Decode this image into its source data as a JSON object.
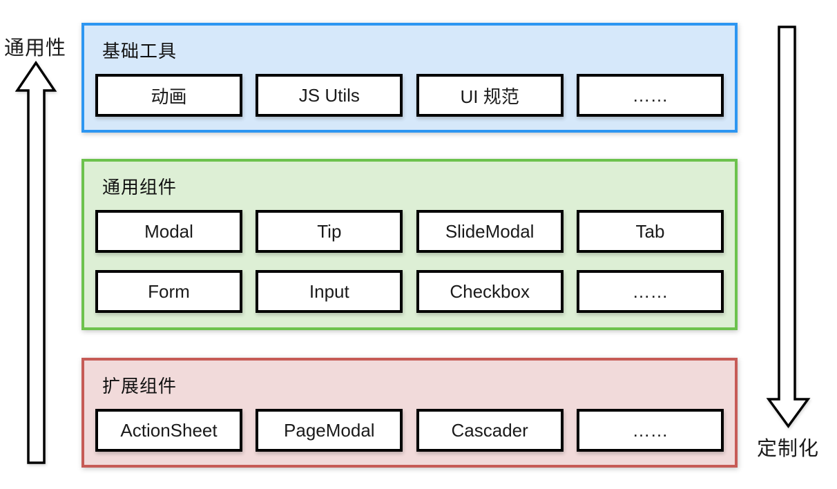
{
  "diagram": {
    "left_axis": {
      "label": "通用性",
      "arrow_direction": "up"
    },
    "right_axis": {
      "label": "定制化",
      "arrow_direction": "down"
    },
    "layers": [
      {
        "id": "base-tools",
        "title": "基础工具",
        "border_color": "#2d96f1",
        "fill_color": "#d6e8fa",
        "rows": [
          [
            "动画",
            "JS Utils",
            "UI 规范",
            "……"
          ]
        ]
      },
      {
        "id": "common-components",
        "title": "通用组件",
        "border_color": "#6cc24d",
        "fill_color": "#ddefd5",
        "rows": [
          [
            "Modal",
            "Tip",
            "SlideModal",
            "Tab"
          ],
          [
            "Form",
            "Input",
            "Checkbox",
            "……"
          ]
        ]
      },
      {
        "id": "extended-components",
        "title": "扩展组件",
        "border_color": "#c65b56",
        "fill_color": "#f1dada",
        "rows": [
          [
            "ActionSheet",
            "PageModal",
            "Cascader",
            "……"
          ]
        ]
      }
    ]
  }
}
